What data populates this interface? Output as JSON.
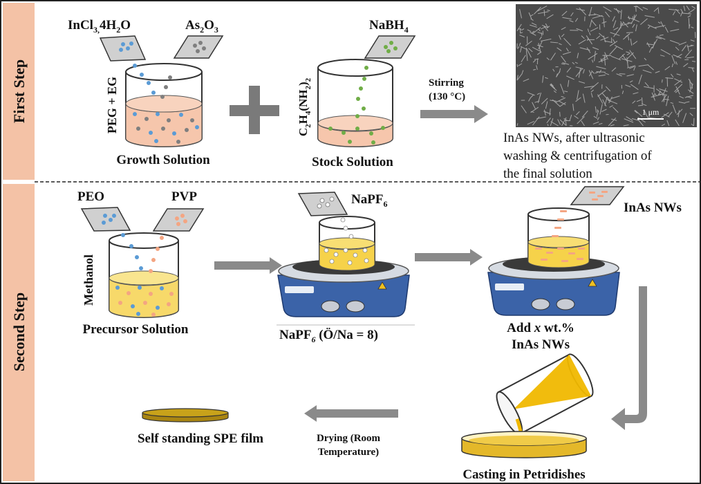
{
  "colors": {
    "step_band": "#f4c2a6",
    "frame": "#222222",
    "arrow": "#8a8a8a",
    "growth_liquid": "#f6c6ac",
    "precursor_liquid": "#f7d96a",
    "nanaf_liquid": "#f6d24a",
    "hotplate": "#3b63a8",
    "film": "#c8a21a",
    "cast_pour": "#f0b800",
    "blue_dot": "#5b9bd5",
    "gray_dot": "#7f7f7f",
    "green_dot": "#70ad47",
    "orange_dot": "#f4a582"
  },
  "steps": {
    "first": "First Step",
    "second": "Second Step"
  },
  "first_step": {
    "reagent_incl3": {
      "base": "InCl",
      "sub": "3,",
      "rest": "4H",
      "sub2": "2",
      "tail": "O"
    },
    "reagent_as2o3": {
      "base": "As",
      "sub": "2",
      "rest": "O",
      "sub2": "3"
    },
    "solvent_peg": "PEG + EG",
    "growth_label": "Growth Solution",
    "reagent_nabh4": {
      "base": "NaBH",
      "sub": "4"
    },
    "solvent_c2h4": {
      "a": "C",
      "s1": "2",
      "b": "H",
      "s2": "4",
      "c": "(NH",
      "s3": "2",
      "d": ")",
      "s4": "2"
    },
    "stock_label": "Stock Solution",
    "stirring_line1": "Stirring",
    "stirring_line2": "(130 °C)",
    "sem_scale": "1 μm",
    "result_line1": "InAs  NWs,  after  ultrasonic",
    "result_line2": "washing  &  centrifugation  of",
    "result_line3": "the final solution"
  },
  "second_step": {
    "reagent_peo": "PEO",
    "reagent_pvp": "PVP",
    "solvent_methanol": "Methanol",
    "precursor_label": "Precursor Solution",
    "reagent_napf6": {
      "base": "NaPF",
      "sub": "6"
    },
    "napf6_ratio": {
      "base": "NaPF",
      "sub": "6",
      "rest": " (Ö/Na = 8)"
    },
    "reagent_inas": "InAs NWs",
    "add_line1_a": "Add ",
    "add_line1_x": "x",
    "add_line1_b": " wt.%",
    "add_line2": "InAs NWs",
    "casting_label": "Casting in Petridishes",
    "drying_line1": "Drying (Room",
    "drying_line2": "Temperature)",
    "film_label": "Self standing SPE film"
  }
}
